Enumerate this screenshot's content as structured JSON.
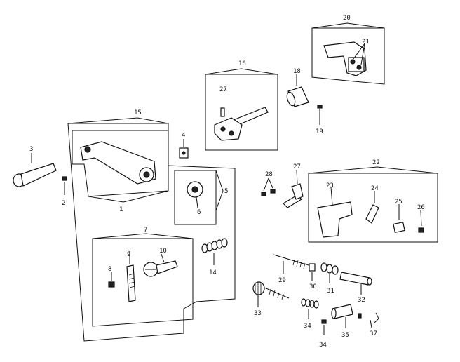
{
  "labels": {
    "l1": "1",
    "l2": "2",
    "l3": "3",
    "l4": "4",
    "l5": "5",
    "l6": "6",
    "l7": "7",
    "l8": "8",
    "l9": "9",
    "l10": "10",
    "l14": "14",
    "l15": "15",
    "l16": "16",
    "l18": "18",
    "l19": "19",
    "l20": "20",
    "l21": "21",
    "l22": "22",
    "l23": "23",
    "l24": "24",
    "l25": "25",
    "l26": "26",
    "l27a": "27",
    "l27b": "27",
    "l28a": "28",
    "l29": "29",
    "l30": "30",
    "l31": "31",
    "l32": "32",
    "l33": "33",
    "l34a": "34",
    "l34b": "34",
    "l35": "35",
    "l37": "37"
  }
}
